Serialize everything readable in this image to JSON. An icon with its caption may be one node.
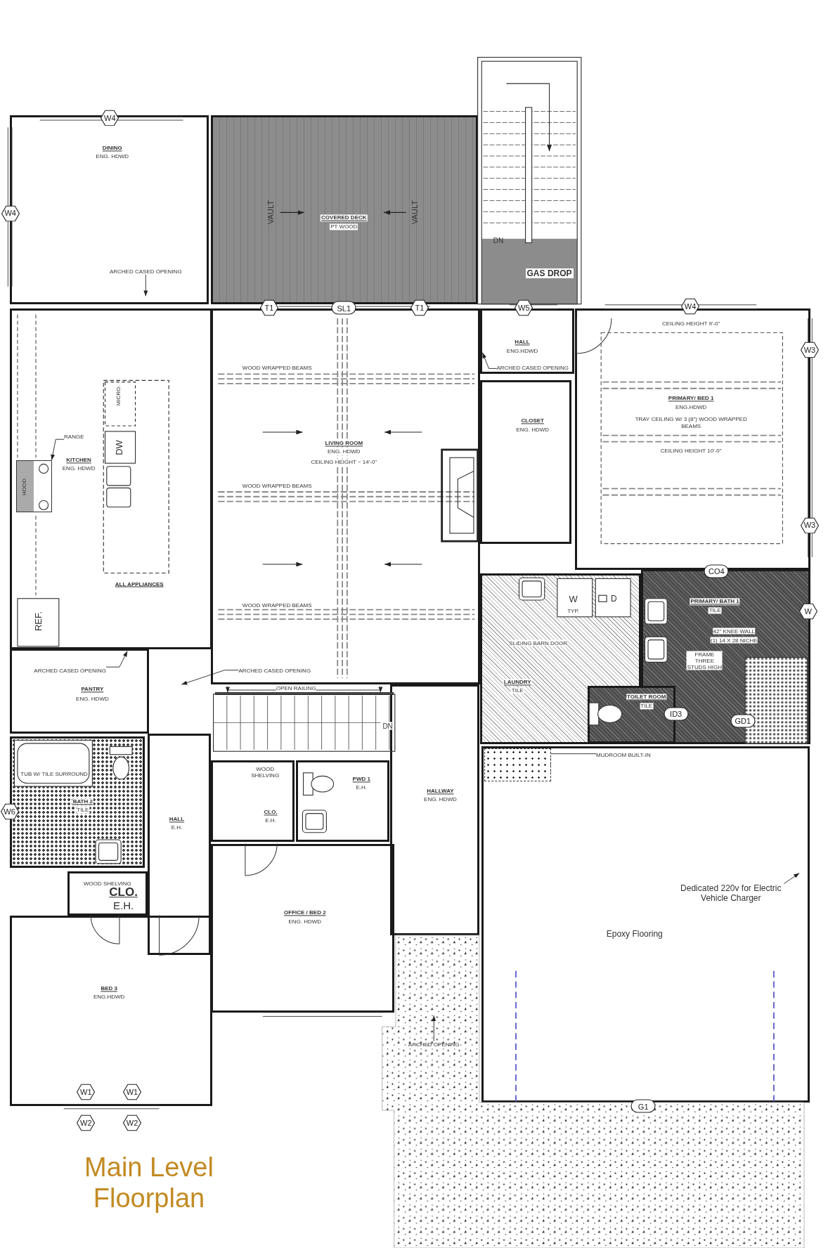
{
  "diagram": {
    "title": "Main Level Floorplan",
    "nodes": [
      {
        "text": [
          "DINING",
          "ENG. HDWD"
        ]
      },
      {
        "text": [
          "COVERED DECK",
          "PT WOOD"
        ]
      },
      {
        "text": [
          "HALL",
          "ENG.HDWD"
        ]
      },
      {
        "text": [
          "PRIMARY/ BED 1",
          "ENG.HDWD",
          "TRAY CEILING W/ 3 (8\") WOOD WRAPPED BEAMS",
          "CEILING HEIGHT 10'-0\""
        ]
      },
      {
        "text": [
          "KITCHEN",
          "ENG. HDWD"
        ]
      },
      {
        "text": [
          "LIVING ROOM",
          "ENG. HDWD",
          "CEILING HEIGHT ~ 14'-0\""
        ]
      },
      {
        "text": [
          "CLOSET",
          "ENG. HDWD"
        ]
      },
      {
        "text": [
          "PANTRY",
          "ENG. HDWD"
        ]
      },
      {
        "text": [
          "LAUNDRY",
          "TILE"
        ]
      },
      {
        "text": [
          "PRIMARY/ BATH 1",
          "TILE"
        ]
      },
      {
        "text": [
          "TOILET ROOM",
          "TILE"
        ]
      },
      {
        "text": [
          "BATH 2",
          "TILE"
        ]
      },
      {
        "text": [
          "HALL",
          "E.H."
        ]
      },
      {
        "text": [
          "CLO.",
          "E.H."
        ]
      },
      {
        "text": [
          "PWD 1",
          "E.H."
        ]
      },
      {
        "text": [
          "HALLWAY",
          "ENG. HDWD"
        ]
      },
      {
        "text": [
          "CLO.",
          "E.H."
        ]
      },
      {
        "text": [
          "OFFICE / BED 2",
          "ENG. HDWD"
        ]
      },
      {
        "text": [
          "BED 3",
          "ENG.HDWD"
        ]
      },
      {
        "text": [
          "Epoxy Flooring"
        ]
      },
      {
        "text": [
          "W4"
        ]
      },
      {
        "text": [
          "W4"
        ]
      },
      {
        "text": [
          "T1"
        ]
      },
      {
        "text": [
          "SL1"
        ]
      },
      {
        "text": [
          "T1"
        ]
      },
      {
        "text": [
          "W5"
        ]
      },
      {
        "text": [
          "W4"
        ]
      },
      {
        "text": [
          "W3"
        ]
      },
      {
        "text": [
          "W3"
        ]
      },
      {
        "text": [
          "CO4"
        ]
      },
      {
        "text": [
          "W"
        ]
      },
      {
        "text": [
          "ID3"
        ],
        "in": 9
      },
      {
        "text": [
          "GD1"
        ],
        "in": 9
      },
      {
        "text": [
          "W6"
        ]
      },
      {
        "text": [
          "W1"
        ],
        "in": 18
      },
      {
        "text": [
          "W1"
        ],
        "in": 18
      },
      {
        "text": [
          "W2"
        ]
      },
      {
        "text": [
          "W2"
        ]
      },
      {
        "text": [
          "G1"
        ]
      },
      {
        "text": [
          "ARCHED CASED OPENING"
        ],
        "in": 0
      },
      {
        "text": [
          "RANGE"
        ],
        "in": 4
      },
      {
        "text": [
          "ARCHED CASED OPENING"
        ],
        "in": 2
      },
      {
        "text": [
          "ARCHED CASED OPENING"
        ],
        "in": 7
      },
      {
        "text": [
          "ARCHED CASED OPENING"
        ],
        "in": 5
      },
      {
        "text": [
          "OPEN RAILING"
        ]
      },
      {
        "text": [
          "MUDROOM BUILT-IN"
        ],
        "in": 19
      },
      {
        "text": [
          "Dedicated 220v for Electric Vehicle Charger"
        ],
        "in": 19
      },
      {
        "text": [
          "ARCHED OPENING"
        ]
      },
      {
        "text": [],
        "shape": "box",
        "in": 4
      },
      {
        "text": [],
        "shape": "box",
        "in": 19
      },
      {
        "text": [],
        "shape": "bar"
      }
    ],
    "edges": [
      {
        "from": 39,
        "to": null,
        "arrow": "to"
      },
      {
        "from": 40,
        "to": 48,
        "arrow": "to"
      },
      {
        "from": 41,
        "to": null,
        "arrow": "to"
      },
      {
        "from": 42,
        "to": null,
        "arrow": "to"
      },
      {
        "from": 43,
        "to": null,
        "arrow": "to"
      },
      {
        "from": 44,
        "to": 50,
        "arrow": "to"
      },
      {
        "from": 44,
        "to": 50,
        "arrow": "to"
      },
      {
        "from": 45,
        "to": 49,
        "arrow": "none"
      },
      {
        "from": 46,
        "to": null,
        "arrow": "to"
      },
      {
        "from": 47,
        "to": null,
        "arrow": "to"
      }
    ],
    "labels": [
      "VAULT",
      "VAULT",
      "DN",
      "GAS DROP",
      "CEILING HEIGHT 9'-0\"",
      "WOOD WRAPPED BEAMS",
      "MICRO.",
      "DW",
      "HOOD",
      "WOOD WRAPPED BEAMS",
      "ALL APPLIANCES",
      "W",
      "TYP.",
      "D",
      "WOOD WRAPPED BEAMS",
      "REF.",
      "SLIDING BARN DOOR",
      "42\" KNEE WALL",
      "(1) 14 X 28 NICHE",
      "FRAME THREE STUDS HIGH",
      "DN",
      "TUB W/ TILE SURROUND",
      "WOOD SHELVING",
      "WOOD SHELVING"
    ]
  }
}
